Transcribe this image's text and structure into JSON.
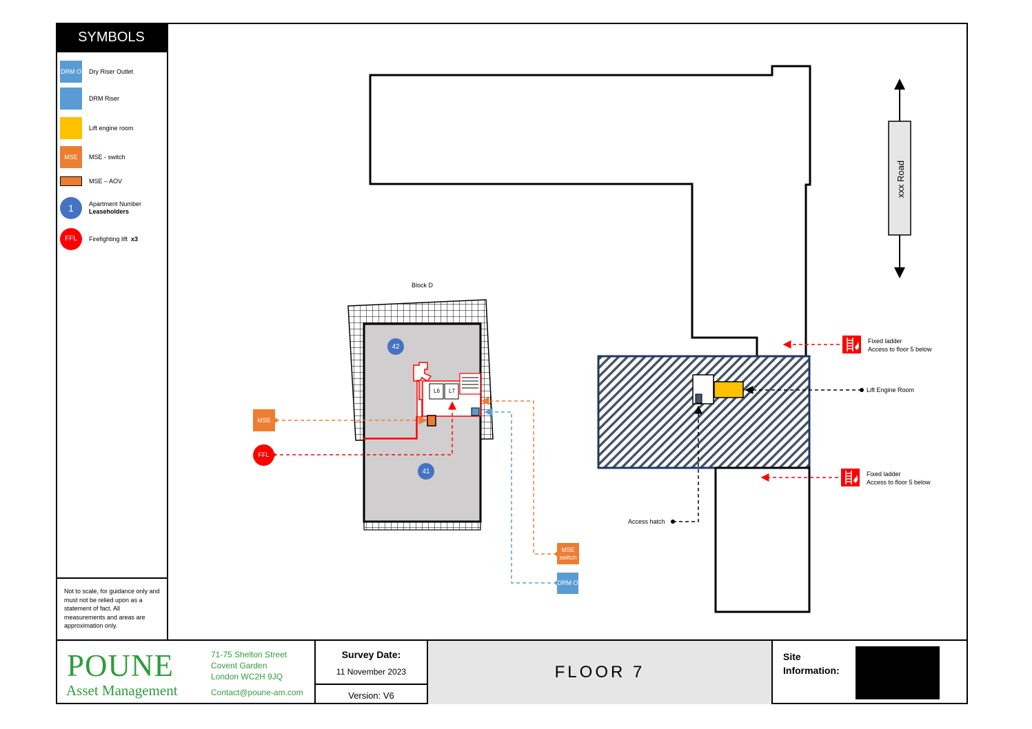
{
  "legend": {
    "title": "SYMBOLS",
    "items": [
      {
        "swatch": "DRM O",
        "label": "Dry Riser Outlet",
        "color": "#5b9bd5"
      },
      {
        "swatch": "",
        "label": "DRM Riser",
        "color": "#5b9bd5"
      },
      {
        "swatch": "",
        "label": "Lift engine room",
        "color": "#ffc000"
      },
      {
        "swatch": "MSE",
        "label": "MSE  - switch",
        "color": "#ed7d31"
      },
      {
        "swatch": "",
        "label": "MSE – AOV",
        "color": "#ed7d31"
      },
      {
        "swatch": "1",
        "label": "Apartment Number",
        "label_bold": "Leaseholders",
        "color": "#4472c4"
      },
      {
        "swatch": "FFL",
        "label": "Firefighting lift",
        "label_bold": "x3",
        "color": "#ff0000"
      }
    ],
    "disclaimer": "Not to scale, for guidance only and must not be relied upon as a statement of fact. All measurements and areas are approximation only."
  },
  "drawing": {
    "road_label": "xxx Road",
    "block_label": "Block D",
    "apartments": [
      "42",
      "41"
    ],
    "lifts": [
      "L6",
      "L7"
    ],
    "mse_label": "MSE",
    "ffl_label": "FFL",
    "mse_switch_label": "MSE switch",
    "drmo_label": "DRM O",
    "fixed_ladder_1": {
      "title": "Fixed ladder",
      "sub": "Access to floor 5 below"
    },
    "fixed_ladder_2": {
      "title": "Fixed ladder",
      "sub": "Access to floor 5 below"
    },
    "lift_engine_room_label": "Lift Engine Room",
    "access_hatch_label": "Access hatch"
  },
  "footer": {
    "logo_main": "POUNE",
    "logo_sub": "Asset Management",
    "address_line1": "71-75 Shelton Street",
    "address_line2": "Covent Garden",
    "address_line3": "London WC2H 9JQ",
    "contact": "Contact@poune-am.com",
    "survey_date_label": "Survey Date:",
    "survey_date": "11 November 2023",
    "version": "Version:  V6",
    "floor_title": "FLOOR  7",
    "site_info_label_1": "Site",
    "site_info_label_2": "Information:"
  },
  "colors": {
    "drm": "#5b9bd5",
    "lift_engine": "#ffc000",
    "mse": "#ed7d31",
    "apartment": "#4472c4",
    "ffl": "#ff0000",
    "brand_green": "#2e9d3a"
  }
}
